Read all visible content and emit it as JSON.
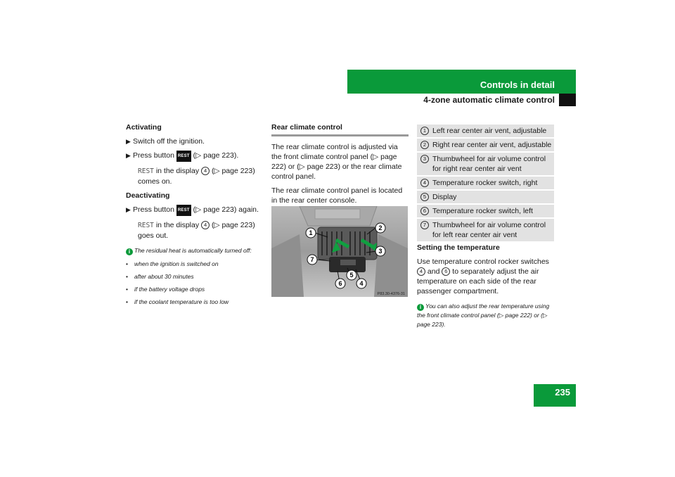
{
  "header": {
    "section": "Controls in detail",
    "subsection": "4-zone automatic climate control"
  },
  "page_number": "235",
  "left": {
    "activating_heading": "Activating",
    "step1": "Switch off the ignition.",
    "step2_prefix": "Press button",
    "step2_ref": "(▷ page 223).",
    "step2_display_code": "REST",
    "step2_display_text1": "in the display",
    "step2_display_num": "4",
    "step2_display_text2": "(▷ page 223) comes on.",
    "deactivating_heading": "Deactivating",
    "step3_prefix": "Press button",
    "step3_ref": "(▷ page 223) again.",
    "step3_display_code": "REST",
    "step3_display_text1": "in the display",
    "step3_display_num": "4",
    "step3_display_text2": "(▷ page 223) goes out.",
    "button_icon_label": "REST",
    "info_text": "The residual heat is automatically turned off:",
    "bullets": [
      "when the ignition is switched on",
      "after about 30 minutes",
      "if the battery voltage drops",
      "if the coolant temperature is too low"
    ]
  },
  "middle": {
    "heading": "Rear climate control",
    "para1": "The rear climate control is adjusted via the front climate control panel (▷ page 222) or (▷ page 223) or the rear climate control panel.",
    "para2": "The rear climate control panel is located in the rear center console.",
    "photo_code": "P83.30-4376-31",
    "callouts": [
      "1",
      "2",
      "3",
      "4",
      "5",
      "6",
      "7"
    ]
  },
  "legend": [
    {
      "num": "1",
      "text": "Left rear center air vent, adjustable"
    },
    {
      "num": "2",
      "text": "Right rear center air vent, adjustable"
    },
    {
      "num": "3",
      "text": "Thumbwheel for air volume control for right rear center air vent"
    },
    {
      "num": "4",
      "text": "Temperature rocker switch, right"
    },
    {
      "num": "5",
      "text": "Display"
    },
    {
      "num": "6",
      "text": "Temperature rocker switch, left"
    },
    {
      "num": "7",
      "text": "Thumbwheel for air volume control for left rear center air vent"
    }
  ],
  "right": {
    "heading": "Setting the temperature",
    "para_a": "Use temperature control rocker switches",
    "num_a": "4",
    "para_and": "and",
    "num_b": "6",
    "para_b": "to separately adjust the air temperature on each side of the rear passenger compartment.",
    "info_text": "You can also adjust the rear temperature using the front climate control panel (▷ page 222) or (▷ page 223)."
  }
}
